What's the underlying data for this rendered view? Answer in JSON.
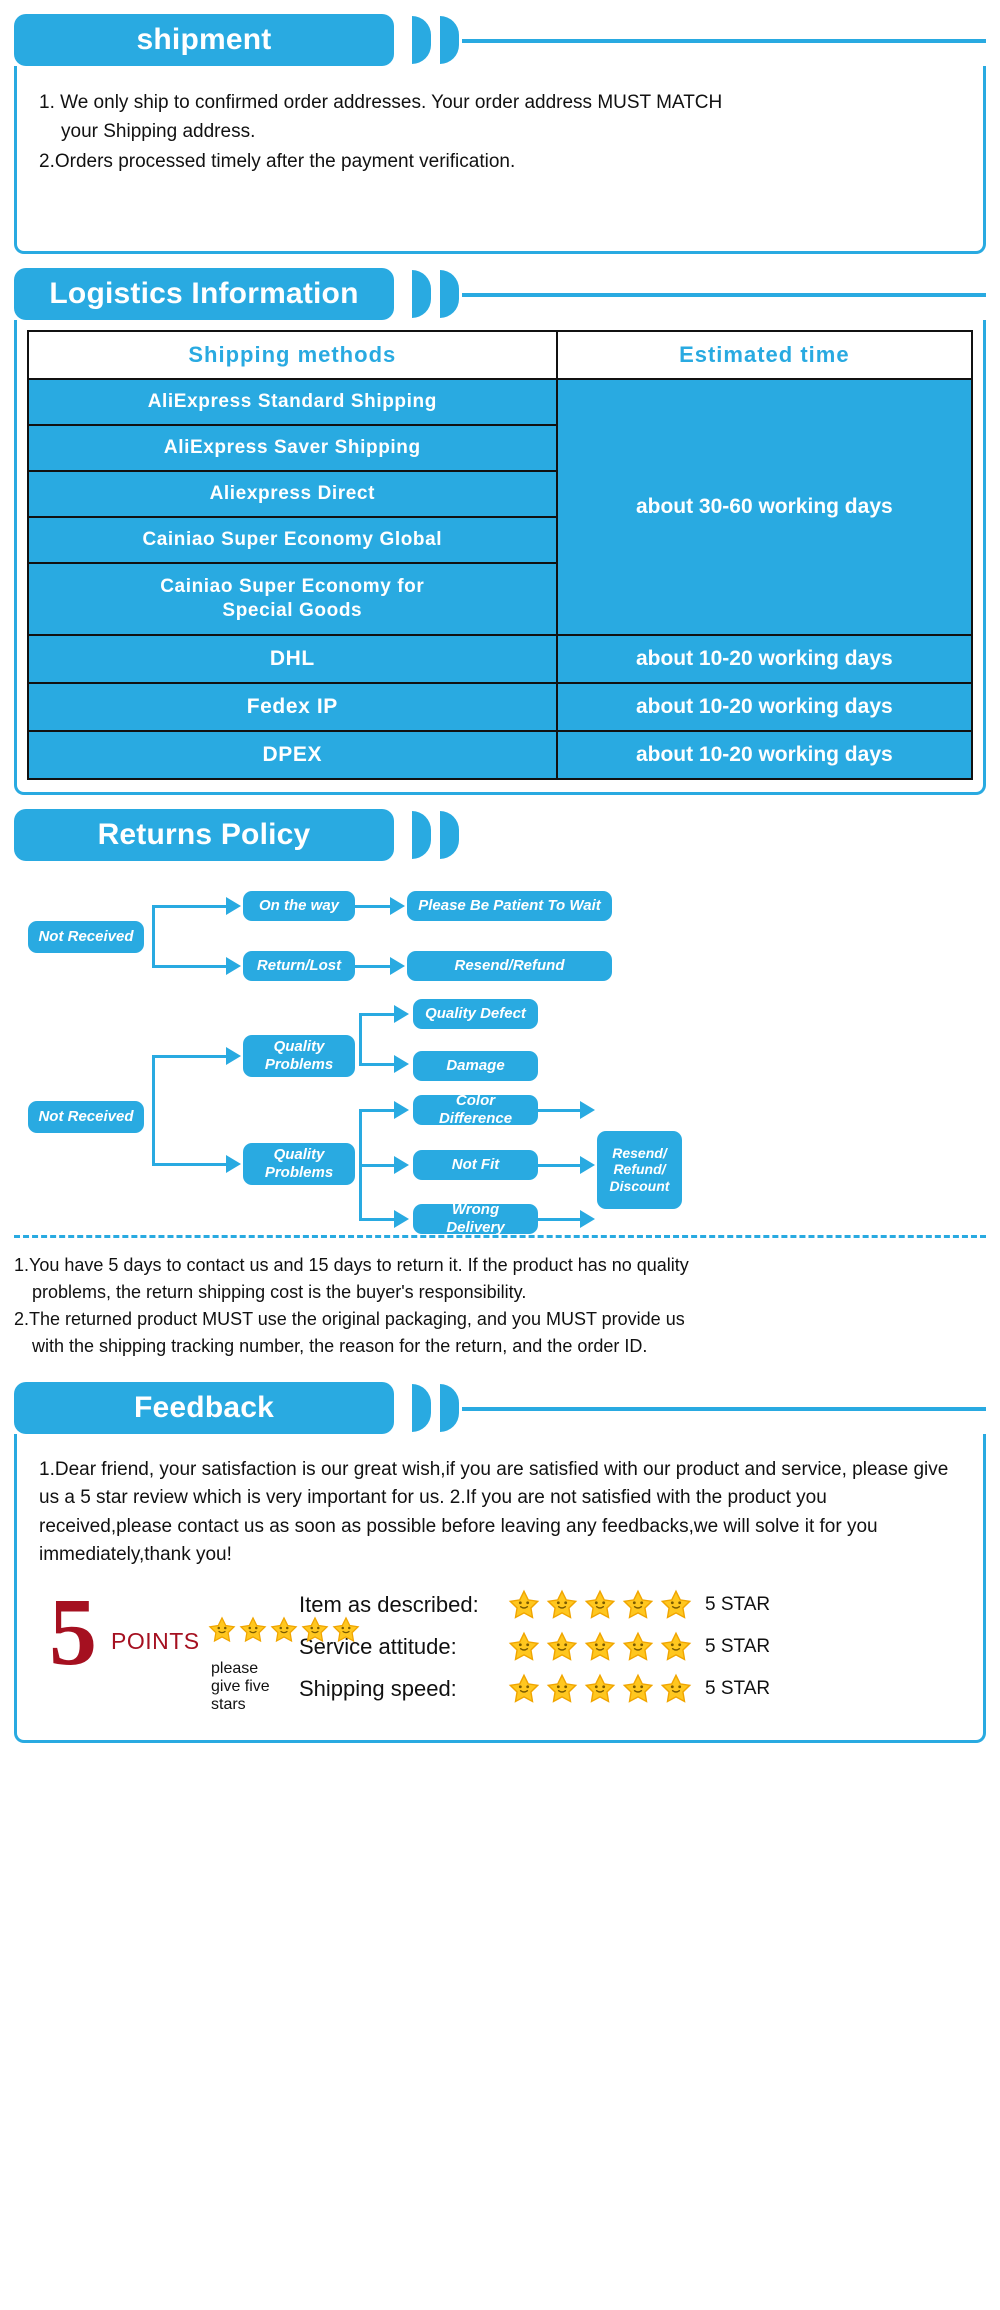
{
  "colors": {
    "brand": "#29aae1",
    "star": "#ffc71f",
    "points_red": "#a51020"
  },
  "shipment": {
    "title": "shipment",
    "lines": [
      "1. We only ship to confirmed order addresses. Your order address MUST MATCH",
      "your Shipping address.",
      "2.Orders processed timely after the payment verification."
    ]
  },
  "logistics": {
    "title": "Logistics Information",
    "headers": [
      "Shipping  methods",
      "Estimated  time"
    ],
    "groups": [
      {
        "methods": [
          "AliExpress  Standard  Shipping",
          "AliExpress  Saver  Shipping",
          "Aliexpress  Direct",
          "Cainiao  Super  Economy  Global",
          "Cainiao  Super  Economy  for\nSpecial  Goods"
        ],
        "time": "about 30-60 working days"
      },
      {
        "methods": [
          "DHL"
        ],
        "time": "about 10-20 working days"
      },
      {
        "methods": [
          "Fedex  IP"
        ],
        "time": "about 10-20 working days"
      },
      {
        "methods": [
          "DPEX"
        ],
        "time": "about 10-20 working days"
      }
    ]
  },
  "returns": {
    "title": "Returns Policy",
    "flow_top": {
      "source": "Not Received",
      "branches": [
        {
          "node": "On the way",
          "result": "Please Be Patient To Wait"
        },
        {
          "node": "Return/Lost",
          "result": "Resend/Refund"
        }
      ]
    },
    "flow_bottom": {
      "source": "Not Received",
      "node_upper": "Quality\nProblems",
      "node_lower": "Quality\nProblems",
      "upper_results": [
        "Quality Defect",
        "Damage"
      ],
      "lower_results": [
        "Color Difference",
        "Not Fit",
        "Wrong Delivery"
      ],
      "final": "Resend/\nRefund/\nDiscount"
    },
    "notes": [
      "1.You have 5 days to contact us and 15 days to return it. If the product has no quality",
      "problems, the return shipping cost is the buyer's responsibility.",
      "2.The returned product MUST use the original packaging, and you MUST provide us",
      "with the shipping tracking number, the reason for the return, and the order ID."
    ]
  },
  "feedback": {
    "title": "Feedback",
    "lines": [
      "1.Dear friend, your satisfaction is our great wish,if you are satisfied with our product",
      "and service, please give us a 5 star review which is very important for us.",
      "2.If you are not satisfied with the product you received,please contact us as soon as",
      "possible before leaving any feedbacks,we will solve it for you immediately,thank you!"
    ],
    "points_badge": {
      "number": "5",
      "label": "POINTS",
      "caption": "please give five stars",
      "stars": 5
    },
    "ratings": [
      {
        "label": "Item as described:",
        "stars": 5,
        "tag": "5 STAR"
      },
      {
        "label": "Service attitude:",
        "stars": 5,
        "tag": "5 STAR"
      },
      {
        "label": "Shipping speed:",
        "stars": 5,
        "tag": "5 STAR"
      }
    ]
  }
}
